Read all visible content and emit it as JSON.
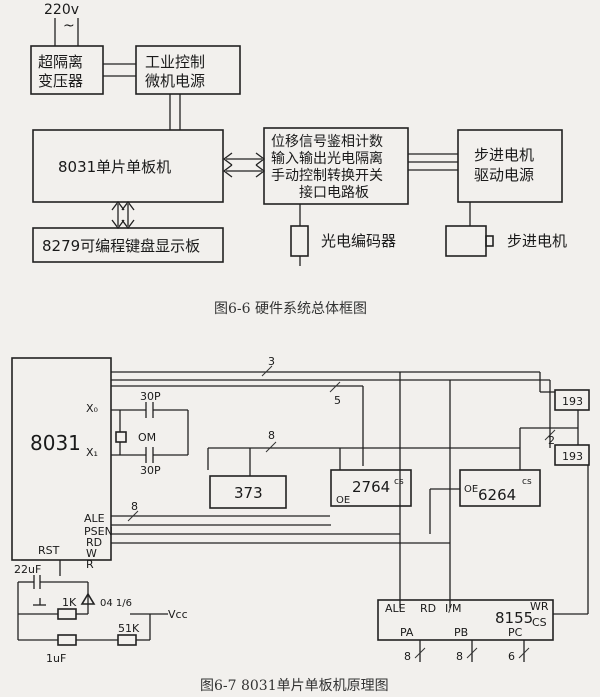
{
  "fig1": {
    "power_label": "220v",
    "tilde": "~",
    "isolation_transformer": [
      "超隔离",
      "变压器"
    ],
    "industrial_power": [
      "工业控制",
      "微机电源"
    ],
    "mcu_board": "8031单片单板机",
    "interface_board": [
      "位移信号鉴相计数",
      "输入输出光电隔离",
      "手动控制转换开关",
      "接口电路板"
    ],
    "stepper_driver": [
      "步进电机",
      "驱动电源"
    ],
    "keyboard_display": "8279可编程键盘显示板",
    "encoder_label": "光电编码器",
    "stepper_motor_label": "步进电机",
    "caption": "图6-6  硬件系统总体框图"
  },
  "fig2": {
    "cpu": "8031",
    "x0": "X₀",
    "x1": "X₁",
    "cap_top": "30P",
    "cap_bottom": "30P",
    "crystal": "OM",
    "bus_3": "3",
    "bus_5": "5",
    "bus_8_top": "8",
    "bus_8_ale": "8",
    "bus_2": "2",
    "latch": "373",
    "eprom": "2764",
    "eprom_cs": "cs",
    "eprom_oe": "OE",
    "sram": "6264",
    "sram_cs": "cs",
    "sram_oe": "OE",
    "counter_top": "193",
    "counter_bottom": "193",
    "pin_ale": "ALE",
    "pin_psen": "PSEN",
    "pin_rd": "RD",
    "pin_w": "W",
    "pin_r": "R",
    "rst": "RST",
    "cap_22": "22uF",
    "cap_1": "1uF",
    "res_1k": "1K",
    "res_51k": "51K",
    "gate": "04 1/6",
    "vcc": "Vcc",
    "pio": "8155",
    "pio_ale": "ALE",
    "pio_rd": "RD",
    "pio_io": "I/M",
    "pio_wr": "WR",
    "pio_cs": "CS",
    "pa": "PA",
    "pb": "PB",
    "pc": "PC",
    "port_a_width": "8",
    "port_b_width": "8",
    "port_c_width": "6",
    "caption": "图6-7  8031单片单板机原理图"
  }
}
